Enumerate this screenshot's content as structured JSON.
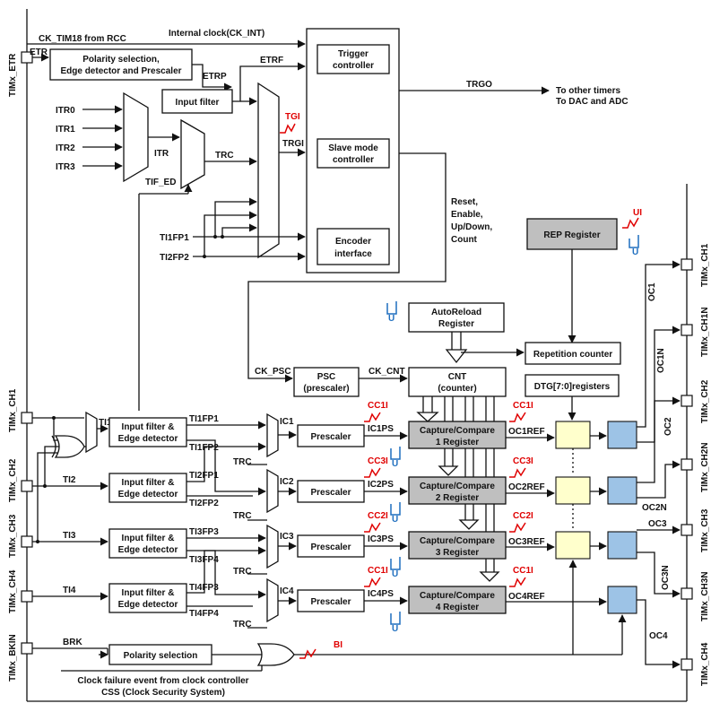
{
  "pins_left": {
    "etr": "TIMx_ETR",
    "ch1": "TIMx_CH1",
    "ch2": "TIMx_CH2",
    "ch3": "TIMx_CH3",
    "ch4": "TIMx_CH4",
    "bkin": "TIMx_BKIN"
  },
  "pins_right": {
    "ch1": "TIMx_CH1",
    "ch1n": "TIMx_CH1N",
    "ch2": "TIMx_CH2",
    "ch2n": "TIMx_CH2N",
    "ch3": "TIMx_CH3",
    "ch3n": "TIMx_CH3N",
    "ch4": "TIMx_CH4"
  },
  "top": {
    "clk_src": "CK_TIM18 from RCC",
    "internal_clock": "Internal clock(CK_INT)",
    "etr": "ETR",
    "polarity_box": [
      "Polarity selection,",
      "Edge detector and Prescaler"
    ],
    "etrp": "ETRP",
    "input_filter": "Input filter",
    "etrf": "ETRF",
    "itr": [
      "ITR0",
      "ITR1",
      "ITR2",
      "ITR3"
    ],
    "itr_label": "ITR",
    "trc": "TRC",
    "tif_ed": "TIF_ED",
    "tgi": "TGI",
    "trgi": "TRGI",
    "trigger_controller": [
      "Trigger",
      "controller"
    ],
    "slave_mode": [
      "Slave mode",
      "controller"
    ],
    "encoder": [
      "Encoder",
      "interface"
    ],
    "trgo": "TRGO",
    "to_other": [
      "To other timers",
      "To DAC and ADC"
    ],
    "ti1fp1": "TI1FP1",
    "ti2fp2": "TI2FP2",
    "reset_lines": [
      "Reset,",
      "Enable,",
      "Up/Down,",
      "Count"
    ]
  },
  "counter": {
    "rep_register": "REP Register",
    "ui": "UI",
    "u": "U",
    "autoreload": [
      "AutoReload",
      "Register"
    ],
    "repetition_counter": "Repetition counter",
    "ck_psc": "CK_PSC",
    "psc": [
      "PSC",
      "(prescaler)"
    ],
    "ck_cnt": "CK_CNT",
    "cnt": [
      "CNT",
      "(counter)"
    ],
    "dtg": "DTG[7:0]registers"
  },
  "channels": [
    {
      "ti": "TI1",
      "filter": [
        "Input filter &",
        "Edge detector"
      ],
      "fpa": "TI1FP1",
      "fpb": "TI1FP2",
      "ic": "IC1",
      "trc": "TRC",
      "prescaler": "Prescaler",
      "icps": "IC1PS",
      "cci": "CC1I",
      "cc_reg": [
        "Capture/Compare",
        "1 Register"
      ],
      "ocref": "OC1REF"
    },
    {
      "ti": "TI2",
      "filter": [
        "Input filter &",
        "Edge detector"
      ],
      "fpa": "TI2FP1",
      "fpb": "TI2FP2",
      "ic": "IC2",
      "trc": "TRC",
      "prescaler": "Prescaler",
      "icps": "IC2PS",
      "cci": "CC3I",
      "cc_reg": [
        "Capture/Compare",
        "2 Register"
      ],
      "ocref": "OC2REF"
    },
    {
      "ti": "TI3",
      "filter": [
        "Input filter &",
        "Edge detector"
      ],
      "fpa": "TI3FP3",
      "fpb": "TI3FP4",
      "ic": "IC3",
      "trc": "TRC",
      "prescaler": "Prescaler",
      "icps": "IC3PS",
      "cci": "CC2I",
      "cc_reg": [
        "Capture/Compare",
        "3 Register"
      ],
      "ocref": "OC3REF"
    },
    {
      "ti": "TI4",
      "filter": [
        "Input filter &",
        "Edge detector"
      ],
      "fpa": "TI4FP3",
      "fpb": "TI4FP4",
      "ic": "IC4",
      "trc": "TRC",
      "prescaler": "Prescaler",
      "icps": "IC4PS",
      "cci": "CC1I",
      "cc_reg": [
        "Capture/Compare",
        "4 Register"
      ],
      "ocref": "OC4REF"
    }
  ],
  "outputs": {
    "oc1": "OC1",
    "oc1n": "OC1N",
    "oc2": "OC2",
    "oc2n": "OC2N",
    "oc3": "OC3",
    "oc3n": "OC3N",
    "oc4": "OC4"
  },
  "break": {
    "brk": "BRK",
    "polarity": "Polarity selection",
    "bi": "BI",
    "clock_failure": [
      "Clock failure event from clock controller",
      "CSS (Clock Security System)"
    ]
  },
  "colors": {
    "accent_red": "#e00000",
    "update_blue": "#1f6fbf",
    "register_gray": "#bfbfbf",
    "deadtime_yellow": "#ffffcc",
    "output_blue": "#9dc3e6"
  }
}
